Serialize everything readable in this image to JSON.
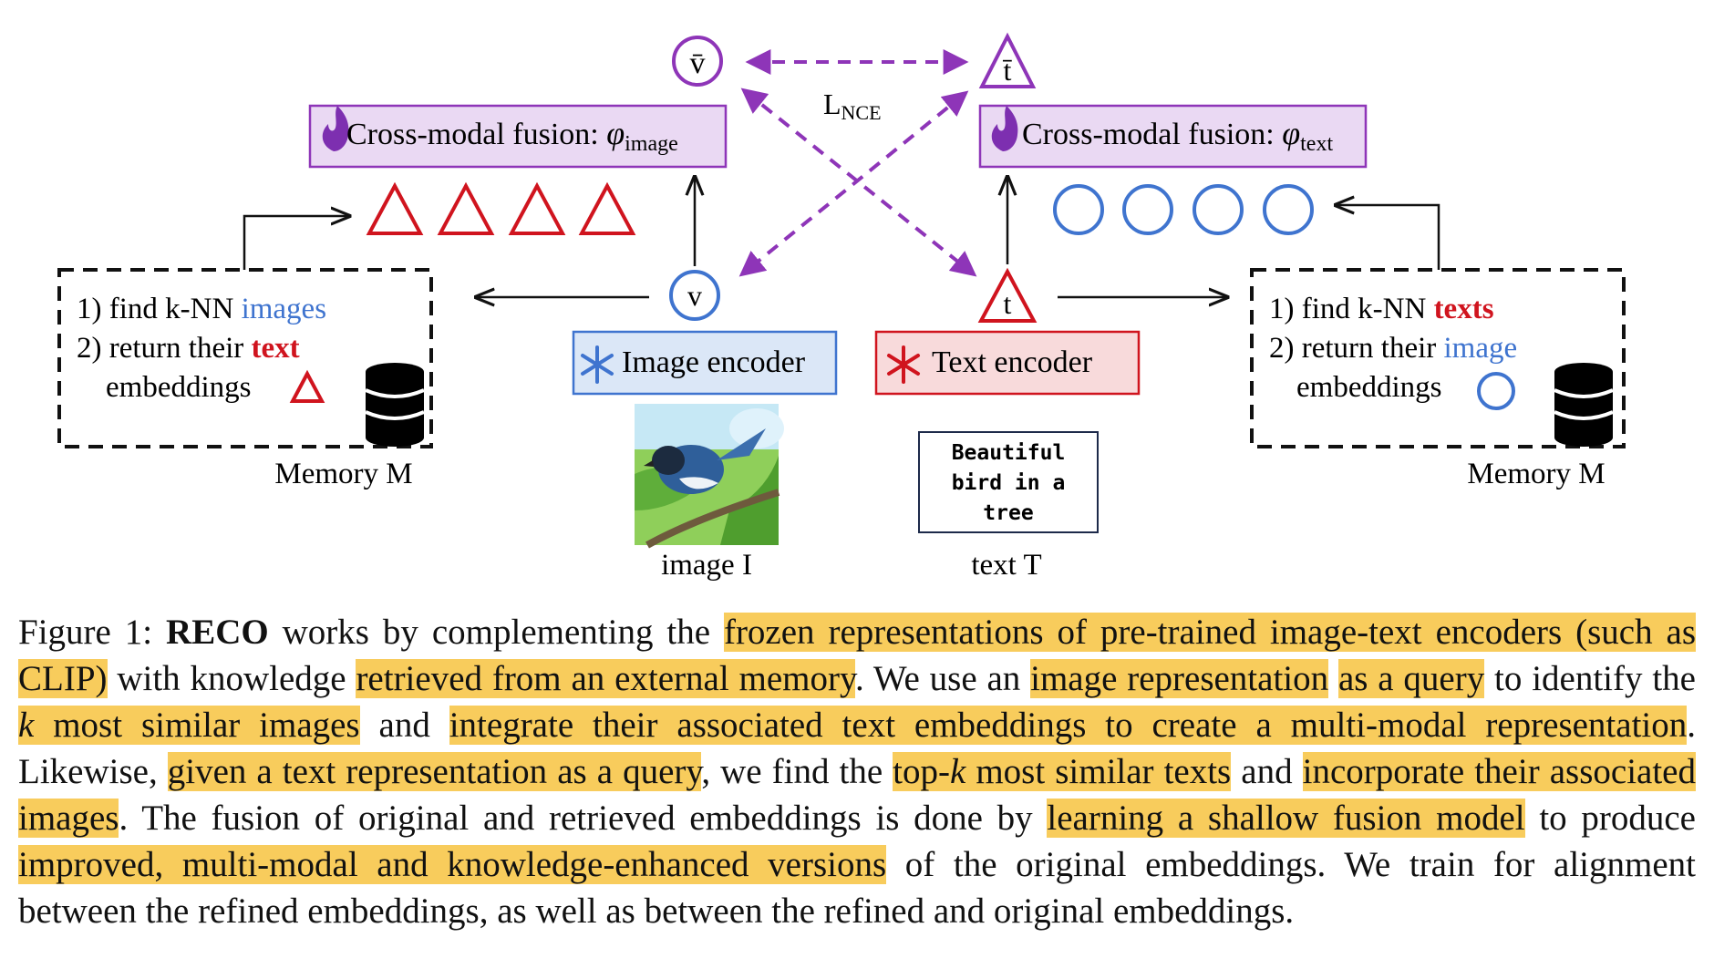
{
  "diagram": {
    "v_bar": "v̄",
    "t_bar": "t̄",
    "loss_main": "L",
    "loss_sub": "NCE",
    "fusion_image_label": "Cross-modal fusion: ",
    "fusion_image_phi": "φ",
    "fusion_image_sub": "image",
    "fusion_text_label": "Cross-modal fusion: ",
    "fusion_text_phi": "φ",
    "fusion_text_sub": "text",
    "v": "v",
    "t": "t",
    "image_encoder": "Image encoder",
    "text_encoder": "Text  encoder",
    "image_caption": "image I",
    "text_caption": "text T",
    "text_box_lines": [
      "Beautiful",
      "bird in a",
      "tree"
    ],
    "left_memory": {
      "line1_prefix": "1) find k-NN ",
      "line1_highlight": "images",
      "line2_prefix": "2) return their ",
      "line2_highlight": "text",
      "line3": "embeddings",
      "label": "Memory M"
    },
    "right_memory": {
      "line1_prefix": "1) find k-NN ",
      "line1_highlight": "texts",
      "line2_prefix": "2) return their ",
      "line2_highlight": "image",
      "line3": "embeddings",
      "label": "Memory M"
    },
    "colors": {
      "purple": "#8e35b8",
      "fusion_fill": "#ead9f3",
      "red": "#d0141e",
      "blue": "#3f74cf",
      "image_encoder_fill": "#dbe7f7",
      "text_encoder_fill": "#f8dadb",
      "highlight": "#f8cc5c"
    }
  },
  "caption": {
    "figure_label": "Figure 1:",
    "method": "RECO",
    "s1": " works by complementing the ",
    "h1": "frozen representations of pre-trained image-text encoders (such as CLIP)",
    "s2": " with knowledge ",
    "h2": "retrieved from an external memory",
    "s3": ".  We use an ",
    "h3": "image representation",
    "s4": " ",
    "h4": "as a query",
    "s5": " to identify the ",
    "h5_k": "k",
    "h5": " most similar images",
    "s6": " and ",
    "h6": "integrate their associated text embeddings to create a multi-modal representation",
    "s7": ". Likewise, ",
    "h7": "given a text representation as a query",
    "s8": ", we find the ",
    "h8_pre": "top-",
    "h8_k": "k",
    "h8": " most similar texts",
    "s9": " and ",
    "h9": "incorporate their associated images",
    "s10": ". The fusion of original and retrieved embeddings is done by ",
    "h10": "learning a shallow fusion model",
    "s11": " to produce ",
    "h11": "improved, multi-modal and knowledge-enhanced versions",
    "s12": " of the original embeddings. We train for alignment between the refined embeddings, as well as between the refined and original embeddings."
  }
}
